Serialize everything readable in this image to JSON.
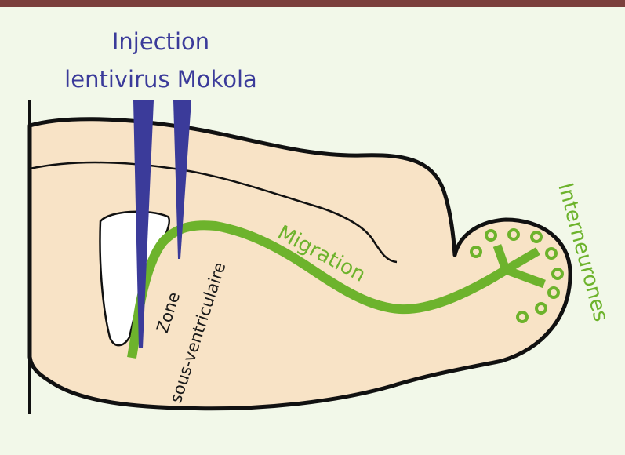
{
  "colors": {
    "background": "#f2f8e9",
    "top_bar": "#7b3f3c",
    "tissue_fill": "#f8e3c6",
    "outline": "#111111",
    "ventricle_fill": "#ffffff",
    "injection": "#3b3b9a",
    "migration": "#6db32c"
  },
  "labels": {
    "injection_line1": "Injection",
    "injection_line2": "lentivirus Mokola",
    "migration": "Migration",
    "interneurones": "Interneurones",
    "zone_line1": "Zone",
    "zone_line2": "sous-ventriculaire"
  },
  "icons": {
    "needles": "injection-needle-icon",
    "cells": "interneuron-dot-icon"
  }
}
